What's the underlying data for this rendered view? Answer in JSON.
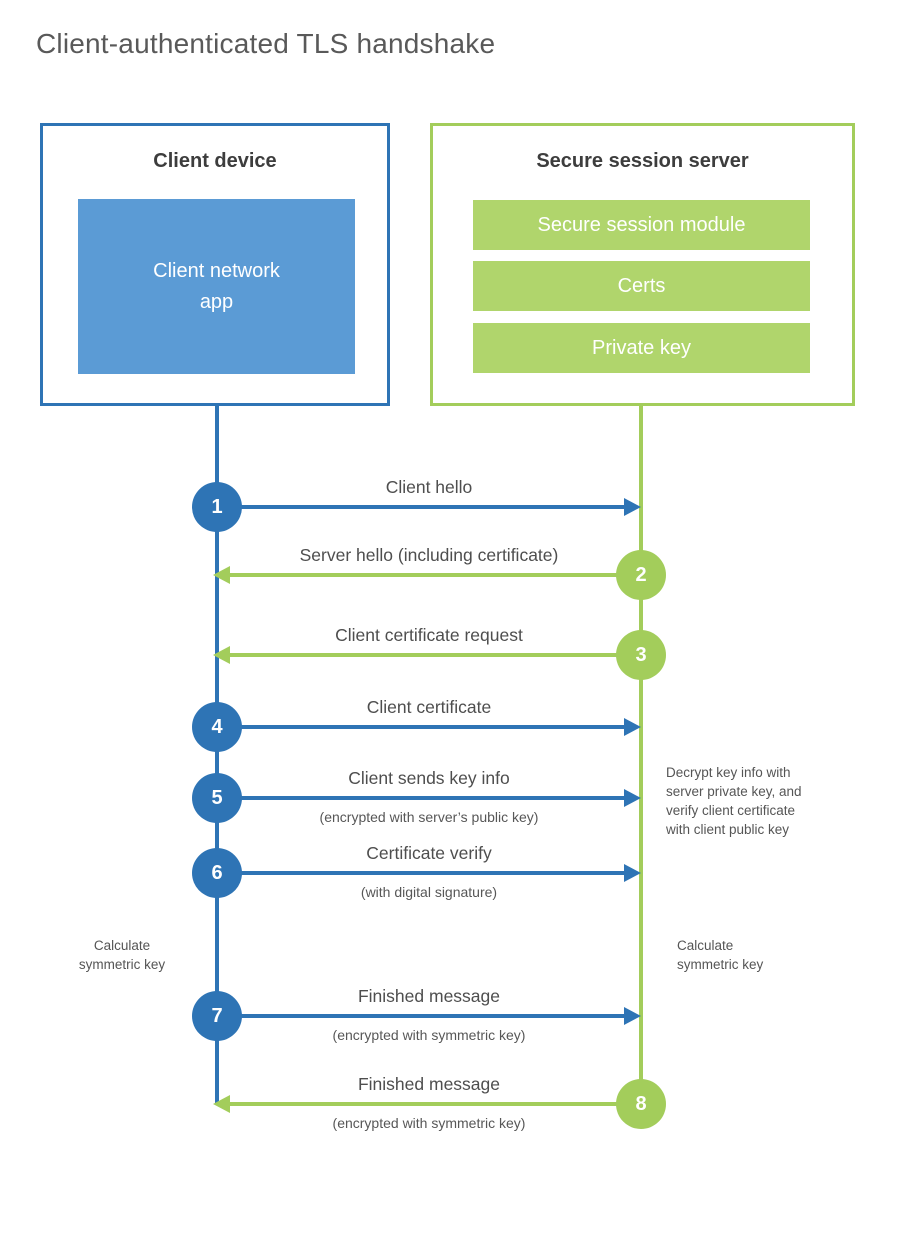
{
  "title": "Client-authenticated TLS handshake",
  "client": {
    "title": "Client device",
    "app_label": "Client network\napp"
  },
  "server": {
    "title": "Secure session server",
    "modules": [
      "Secure session module",
      "Certs",
      "Private key"
    ]
  },
  "steps": [
    {
      "number": "1",
      "label": "Client hello",
      "direction": "client-to-server"
    },
    {
      "number": "2",
      "label": "Server hello (including certificate)",
      "direction": "server-to-client"
    },
    {
      "number": "3",
      "label": "Client certificate request",
      "direction": "server-to-client"
    },
    {
      "number": "4",
      "label": "Client certificate",
      "direction": "client-to-server"
    },
    {
      "number": "5",
      "label": "Client sends key info",
      "sublabel": "(encrypted with server’s public key)",
      "direction": "client-to-server"
    },
    {
      "number": "6",
      "label": "Certificate verify",
      "sublabel": "(with digital signature)",
      "direction": "client-to-server"
    },
    {
      "number": "7",
      "label": "Finished message",
      "sublabel": "(encrypted with symmetric key)",
      "direction": "client-to-server"
    },
    {
      "number": "8",
      "label": "Finished message",
      "sublabel": "(encrypted with symmetric key)",
      "direction": "server-to-client"
    }
  ],
  "annotations": {
    "decrypt_note": "Decrypt key info with\nserver private key, and\nverify client certificate\nwith client public key",
    "calc_left": "Calculate\nsymmetric key",
    "calc_right": "Calculate\nsymmetric key"
  },
  "colors": {
    "blue": "#2e74b5",
    "blue_light": "#5b9bd5",
    "green": "#a3cd5b",
    "green_light": "#b0d56c"
  }
}
